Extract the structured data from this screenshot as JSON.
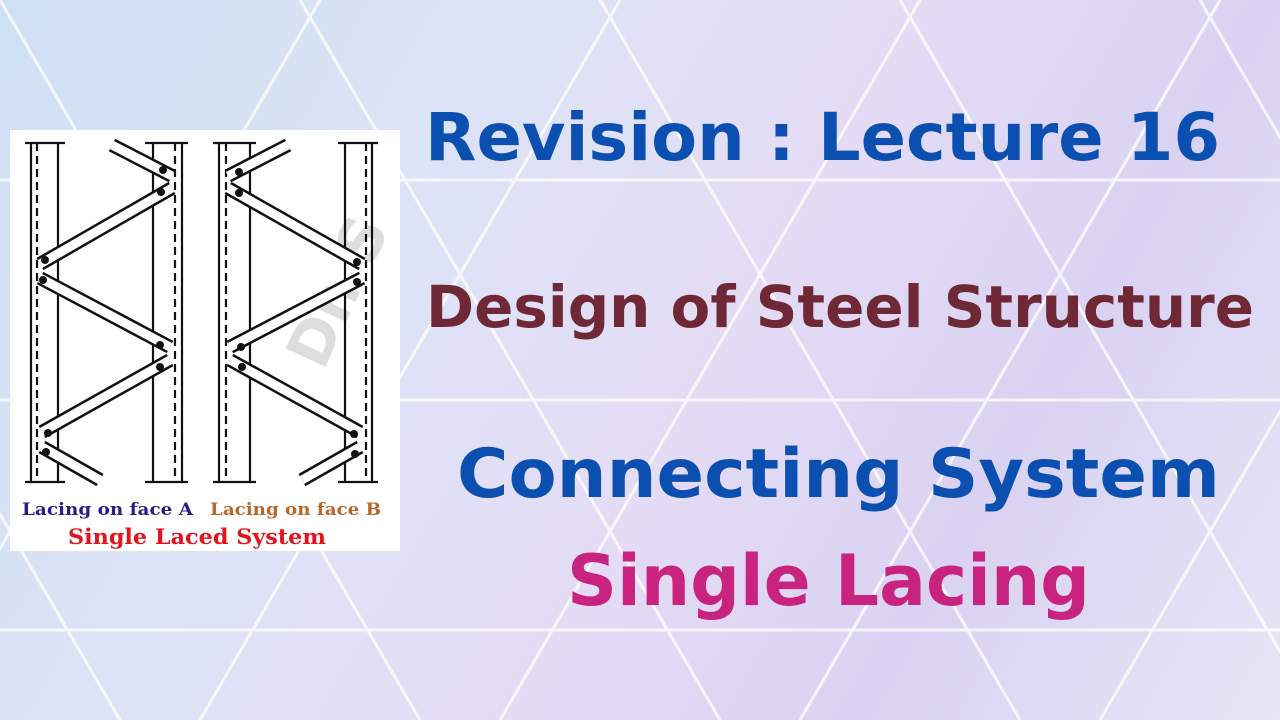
{
  "titles": {
    "revision": "Revision : Lecture 16",
    "subject": "Design of Steel Structure",
    "topic": "Connecting System",
    "subtopic": "Single Lacing"
  },
  "diagram": {
    "label_face_a": "Lacing on face A",
    "label_face_b": "Lacing on face B",
    "caption": "Single Laced System",
    "watermark": "Dr. S"
  },
  "colors": {
    "title_blue": "#0b4fb0",
    "subject_maroon": "#6e2836",
    "subtopic_magenta": "#c8237f",
    "face_a_navy": "#2a1b8a",
    "face_b_orange": "#b8672a",
    "caption_red": "#e0141e"
  }
}
